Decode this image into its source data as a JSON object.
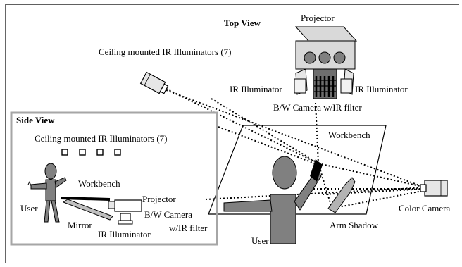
{
  "figure": {
    "top_view": {
      "title": "Top View",
      "projector": "Projector",
      "ir_illuminator_left": "IR Illuminator",
      "ir_illuminator_right": "IR Illuminator",
      "camera": "B/W Camera w/IR filter"
    },
    "ceiling_illuminators_main": "Ceiling mounted IR Illuminators (7)",
    "main_scene": {
      "workbench": "Workbench",
      "user": "User",
      "arm_shadow": "Arm Shadow",
      "color_camera": "Color Camera"
    },
    "side_view": {
      "title": "Side View",
      "ceiling_illuminators": "Ceiling mounted IR Illuminators (7)",
      "workbench": "Workbench",
      "user": "User",
      "projector": "Projector",
      "camera_line1": "B/W Camera",
      "camera_line2": "w/IR filter",
      "mirror": "Mirror",
      "ir_illuminator": "IR Illuminator"
    }
  }
}
